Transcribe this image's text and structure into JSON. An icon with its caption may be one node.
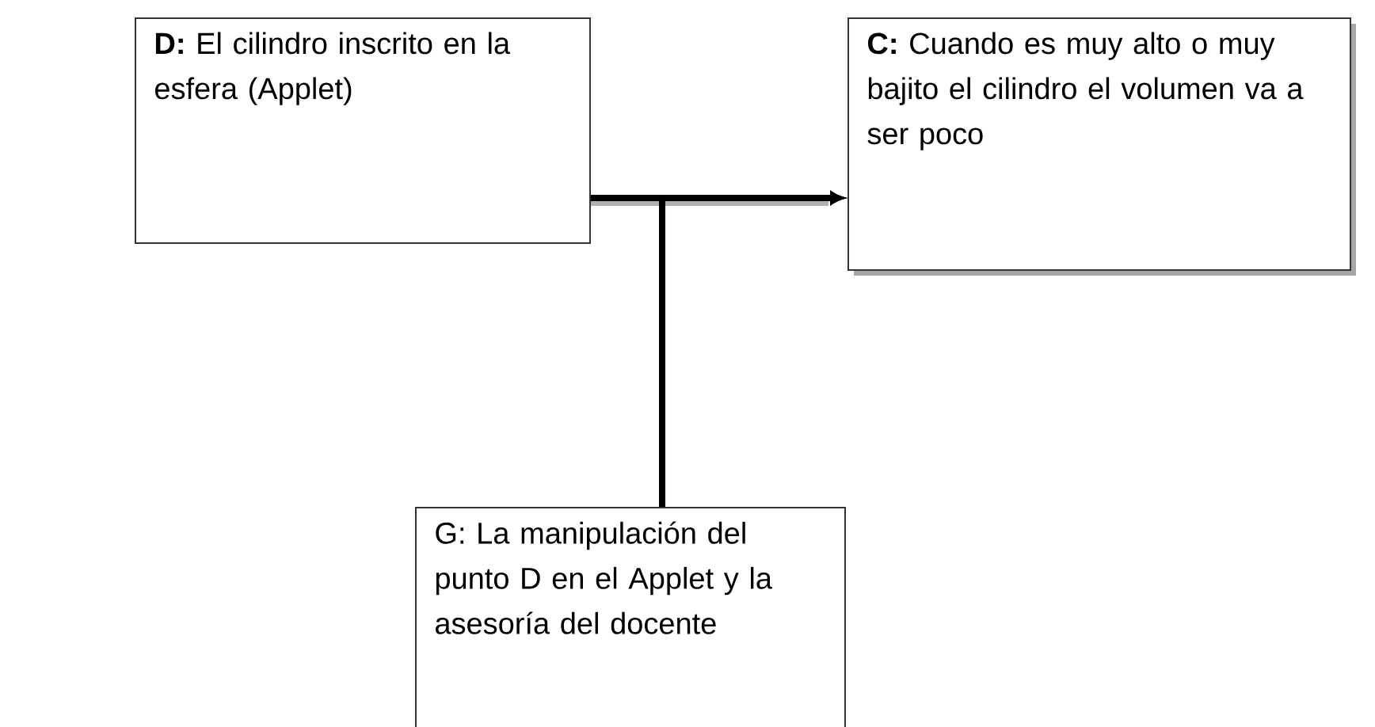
{
  "diagram": {
    "nodes": [
      {
        "text": [
          "**D:** El cilindro inscrito en la esfera (Applet)"
        ]
      },
      {
        "text": [
          "**C:** Cuando es muy alto o muy bajito el cilindro el volumen va a ser poco"
        ]
      },
      {
        "text": [
          "G: La manipulación del punto D en el Applet y la asesoría del docente"
        ]
      }
    ],
    "edges": [
      {
        "from": 0,
        "to": 1,
        "arrow": "to"
      },
      {
        "from": 2,
        "to": 1,
        "arrow": "to"
      }
    ]
  }
}
